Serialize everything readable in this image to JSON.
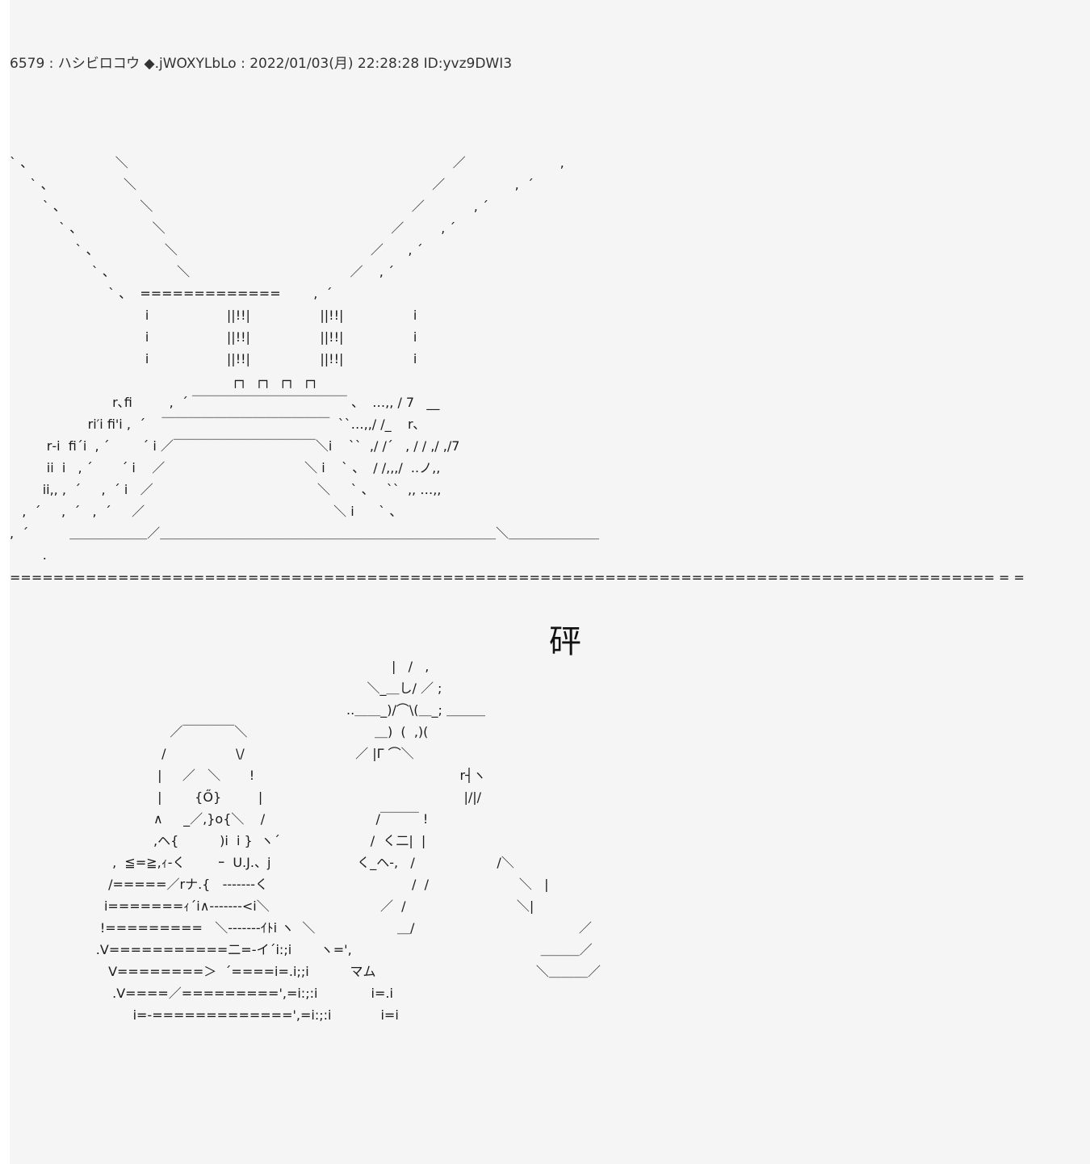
{
  "post": {
    "header": "6579 : ハシビロコウ ◆.jWOXYLbLo : 2022/01/03(月) 22:28:28 ID:yvz9DWI3",
    "art_top": "` 、                    ＼                                                                               ／                       ,\n     ` 、                 ＼                                                                        ／                 ,  ´\n        ` 、                  ＼                                                               ／            , ´\n            ` 、                 ＼                                                       ／         , ´\n                ` 、                ＼                                               ／      , ´\n                    ` 、               ＼                                       ／    , ´\n                        ` 、  =============        ,  ´\n                                 i                   ||!!|                 ||!!|                 i\n                                 i                   ||!!|                 ||!!|                 i\n                                 i                   ||!!|                 ||!!|                 i\n                                                      ┌┐  ┌┐  ┌┐  ┌┐\n                         r､fi         ,  ´ ￣￣￣￣￣￣￣￣￣￣￣￣ 、  …,, / 7   __\n                   ri′i fi'i ,  ´    ￣￣￣￣￣￣￣￣￣￣￣￣￣  ``…,,/ /_    r､\n         r‐i  fi´i  , ´        ´ i ／￣￣￣￣￣￣￣￣￣￣￣＼i    ``  ,/ /´   , / / ,/ ,/7\n         ii  i   , ´       ´ i    ／                                  ＼ i    ` 、  / /,,,/  ..ノ,,\n        ii,, ,  ´     ,  ´ i   ／                                        ＼     ` 、   ``  ,, …,,\n   ,  ´     ,  ´   ,  ´     ／                                              ＼ i      ` 、\n,  ´          ＿＿＿＿＿＿／＿＿＿＿＿＿＿＿＿＿＿＿＿＿＿＿＿＿＿＿＿＿＿＿＿＿＼＿＿＿＿＿＿＿\n        .",
    "divider": "=========================================================================================== = =",
    "sfx": "砰",
    "art_bottom": "                                                                                             |   /   ,\n                                                                                       ＼_＿し/ ／ ;\n                                                                                  ..＿＿_)/⌒\\(＿_; ＿＿＿\n                                       ／￣￣￣￣＼                               ＿)  (  ,)(\n                                     /                 \\/                           ／ |Γ ⌒＼\n                                    |     ／   ＼       !                                                  r┤ヽ\n                                    |        {Ő}         |                                                 |/|/\n                                   ∧     _／,}o{＼    /                           /￣￣￣ !\n                                   ,ヘ{          )i  i }  ヽ´                      /  く二|  |\n                         ,  ≦=≧,ｨ-く        ｰ  U.J.、j                     く_ヘ-,   /                    /＼\n                        /=====／rナ.{   -------く                                   /  /                      ＼   |\n                       i=======ｨ´i∧-------<i＼                           ／  /                           ＼|\n                      !=========   ＼-------ｲﾄi ヽ  ＼                    ＿/                                        ／\n                     .V===========二=-イ´i:;i       ヽ=',                                              ＿＿＿／ \n                        V========＞  ´====i=.i;;i          マム                                       ＼＿＿＿／\n                         .V====／=========',=i:;:i             i=.i\n                              i=-=============',=i:;:i            i=i"
  }
}
